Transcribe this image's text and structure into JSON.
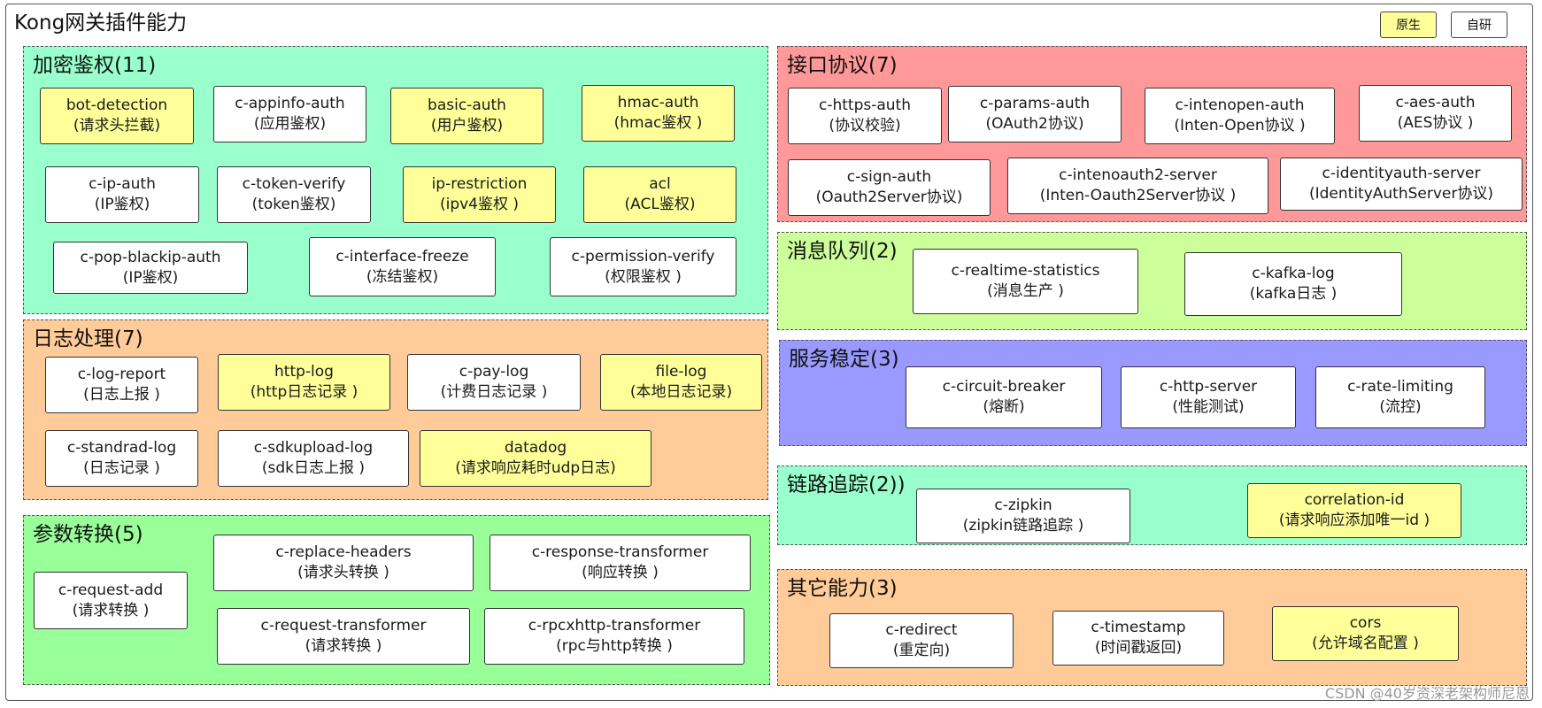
{
  "title": "Kong网关插件能力",
  "legend": {
    "native": "原生",
    "custom": "自研",
    "native_color": "#ffff99",
    "custom_color": "#ffffff"
  },
  "sections": {
    "auth": {
      "title": "加密鉴权(11)",
      "color": "#99ffcc",
      "plugins": [
        {
          "name": "bot-detection",
          "desc": "(请求头拦截)",
          "native": true
        },
        {
          "name": "c-appinfo-auth",
          "desc": "(应用鉴权)",
          "native": false
        },
        {
          "name": "basic-auth",
          "desc": "(用户鉴权)",
          "native": true
        },
        {
          "name": "hmac-auth",
          "desc": "(hmac鉴权 )",
          "native": true
        },
        {
          "name": "c-ip-auth",
          "desc": "(IP鉴权)",
          "native": false
        },
        {
          "name": "c-token-verify",
          "desc": "(token鉴权)",
          "native": false
        },
        {
          "name": "ip-restriction",
          "desc": "(ipv4鉴权 )",
          "native": true
        },
        {
          "name": "acl",
          "desc": "(ACL鉴权)",
          "native": true
        },
        {
          "name": "c-pop-blackip-auth",
          "desc": "(IP鉴权)",
          "native": false
        },
        {
          "name": "c-interface-freeze",
          "desc": "(冻结鉴权)",
          "native": false
        },
        {
          "name": "c-permission-verify",
          "desc": "(权限鉴权 )",
          "native": false
        }
      ]
    },
    "log": {
      "title": "日志处理(7)",
      "color": "#ffcc99",
      "plugins": [
        {
          "name": "c-log-report",
          "desc": "(日志上报 )",
          "native": false
        },
        {
          "name": "http-log",
          "desc": "(http日志记录 )",
          "native": true
        },
        {
          "name": "c-pay-log",
          "desc": "(计费日志记录 )",
          "native": false
        },
        {
          "name": "file-log",
          "desc": "(本地日志记录)",
          "native": true
        },
        {
          "name": "c-standrad-log",
          "desc": "(日志记录 )",
          "native": false
        },
        {
          "name": "c-sdkupload-log",
          "desc": "(sdk日志上报 )",
          "native": false
        },
        {
          "name": "datadog",
          "desc": "(请求响应耗时udp日志)",
          "native": true
        }
      ]
    },
    "transform": {
      "title": "参数转换(5)",
      "color": "#99ff99",
      "plugins": [
        {
          "name": "c-request-add",
          "desc": "(请求转换 )",
          "native": false
        },
        {
          "name": "c-replace-headers",
          "desc": "(请求头转换  )",
          "native": false
        },
        {
          "name": "c-response-transformer",
          "desc": "(响应转换 )",
          "native": false
        },
        {
          "name": "c-request-transformer",
          "desc": "(请求转换 )",
          "native": false
        },
        {
          "name": "c-rpcxhttp-transformer",
          "desc": "(rpc与http转换   )",
          "native": false
        }
      ]
    },
    "protocol": {
      "title": "接口协议(7)",
      "color": "#ff9999",
      "plugins": [
        {
          "name": "c-https-auth",
          "desc": "(协议校验)",
          "native": false
        },
        {
          "name": "c-params-auth",
          "desc": "(OAuth2协议)",
          "native": false
        },
        {
          "name": "c-intenopen-auth",
          "desc": "(Inten-Open协议 )",
          "native": false
        },
        {
          "name": "c-aes-auth",
          "desc": "(AES协议 )",
          "native": false
        },
        {
          "name": "c-sign-auth",
          "desc": "(Oauth2Server协议)",
          "native": false
        },
        {
          "name": "c-intenoauth2-server",
          "desc": "(Inten-Oauth2Server协议 )",
          "native": false
        },
        {
          "name": "c-identityauth-server",
          "desc": "(IdentityAuthServer协议)",
          "native": false
        }
      ]
    },
    "mq": {
      "title": "消息队列(2)",
      "color": "#ccff99",
      "plugins": [
        {
          "name": "c-realtime-statistics",
          "desc": "(消息生产 )",
          "native": false
        },
        {
          "name": "c-kafka-log",
          "desc": "(kafka日志 )",
          "native": false
        }
      ]
    },
    "stability": {
      "title": "服务稳定(3)",
      "color": "#9999ff",
      "plugins": [
        {
          "name": "c-circuit-breaker",
          "desc": "(熔断)",
          "native": false
        },
        {
          "name": "c-http-server",
          "desc": "(性能测试)",
          "native": false
        },
        {
          "name": "c-rate-limiting",
          "desc": "(流控)",
          "native": false
        }
      ]
    },
    "tracing": {
      "title": "链路追踪(2))",
      "color": "#99ffcc",
      "plugins": [
        {
          "name": "c-zipkin",
          "desc": "(zipkin链路追踪 )",
          "native": false
        },
        {
          "name": "correlation-id",
          "desc": "(请求响应添加唯一id )",
          "native": true
        }
      ]
    },
    "other": {
      "title": "其它能力(3)",
      "color": "#ffcc99",
      "plugins": [
        {
          "name": "c-redirect",
          "desc": "(重定向)",
          "native": false
        },
        {
          "name": "c-timestamp",
          "desc": "(时间戳返回)",
          "native": false
        },
        {
          "name": "cors",
          "desc": "(允许域名配置 )",
          "native": true
        }
      ]
    }
  },
  "watermark": "CSDN @40岁资深老架构师尼恩"
}
